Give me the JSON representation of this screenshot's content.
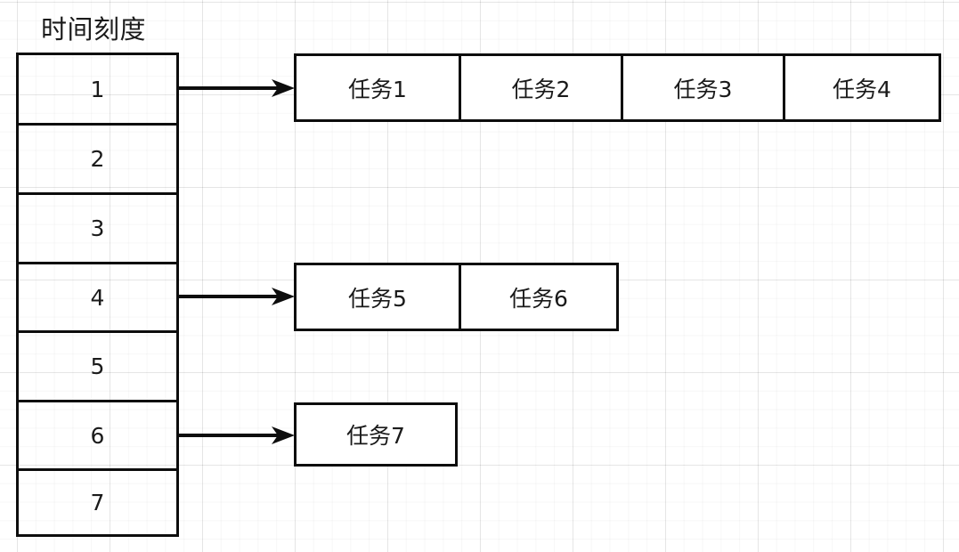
{
  "diagram": {
    "title": "时间刻度",
    "line_color": "#0d0d0d",
    "text_color": "#1a1a1a",
    "background": "#ffffff",
    "grid_color": "#f0f0f0"
  },
  "timeline": {
    "header": "时间刻度",
    "ticks": [
      {
        "label": "1"
      },
      {
        "label": "2"
      },
      {
        "label": "3"
      },
      {
        "label": "4"
      },
      {
        "label": "5"
      },
      {
        "label": "6"
      },
      {
        "label": "7"
      }
    ]
  },
  "task_rows": [
    {
      "from_tick": "1",
      "tasks": [
        "任务1",
        "任务2",
        "任务3",
        "任务4"
      ]
    },
    {
      "from_tick": "4",
      "tasks": [
        "任务5",
        "任务6"
      ]
    },
    {
      "from_tick": "6",
      "tasks": [
        "任务7"
      ]
    }
  ],
  "arrows": [
    {
      "name": "arrow-tick1-to-row1",
      "from_tick": "1"
    },
    {
      "name": "arrow-tick4-to-row2",
      "from_tick": "4"
    },
    {
      "name": "arrow-tick6-to-row3",
      "from_tick": "6"
    }
  ]
}
